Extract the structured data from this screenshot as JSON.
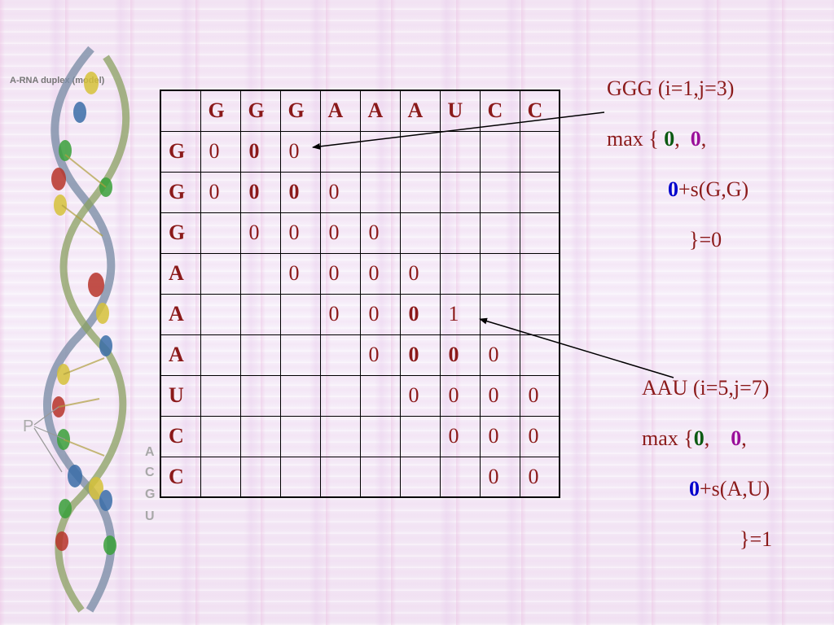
{
  "figure": {
    "caption": "A-RNA duplex (model)",
    "p_label": "P",
    "side_letters": [
      "A",
      "C",
      "G",
      "U"
    ]
  },
  "table": {
    "col_headers": [
      "G",
      "G",
      "G",
      "A",
      "A",
      "A",
      "U",
      "C",
      "C"
    ],
    "row_headers": [
      "G",
      "G",
      "G",
      "A",
      "A",
      "A",
      "U",
      "C",
      "C"
    ],
    "cells": [
      [
        "0",
        "0",
        "0",
        "",
        "",
        "",
        "",
        "",
        ""
      ],
      [
        "0",
        "0",
        "0",
        "0",
        "",
        "",
        "",
        "",
        ""
      ],
      [
        "",
        "0",
        "0",
        "0",
        "0",
        "",
        "",
        "",
        ""
      ],
      [
        "",
        "",
        "0",
        "0",
        "0",
        "0",
        "",
        "",
        ""
      ],
      [
        "",
        "",
        "",
        "0",
        "0",
        "0",
        "1",
        "",
        ""
      ],
      [
        "",
        "",
        "",
        "",
        "0",
        "0",
        "0",
        "0",
        ""
      ],
      [
        "",
        "",
        "",
        "",
        "",
        "0",
        "0",
        "0",
        "0"
      ],
      [
        "",
        "",
        "",
        "",
        "",
        "",
        "0",
        "0",
        "0"
      ],
      [
        "",
        "",
        "",
        "",
        "",
        "",
        "",
        "0",
        "0"
      ]
    ]
  },
  "notes": {
    "ggg": {
      "title": "GGG (i=1,j=3)",
      "max_prefix": "max {",
      "v1": "0",
      "sep1": ",",
      "v2": "0",
      "sep2": ",",
      "v3": "0",
      "term": "+s(G,G)",
      "result": "}=0"
    },
    "aau": {
      "title": "AAU (i=5,j=7)",
      "max_prefix": "max {",
      "v1": "0",
      "sep1": ",",
      "v2": "0",
      "sep2": ",",
      "v3": "0",
      "term": "+s(A,U)",
      "result": "}=1"
    }
  },
  "colors": {
    "text_red": "#8b1a1a",
    "blue": "#2222aa",
    "purple": "#9a0f9a",
    "green": "#0b5a12",
    "bold_blue": "#0000cc"
  }
}
